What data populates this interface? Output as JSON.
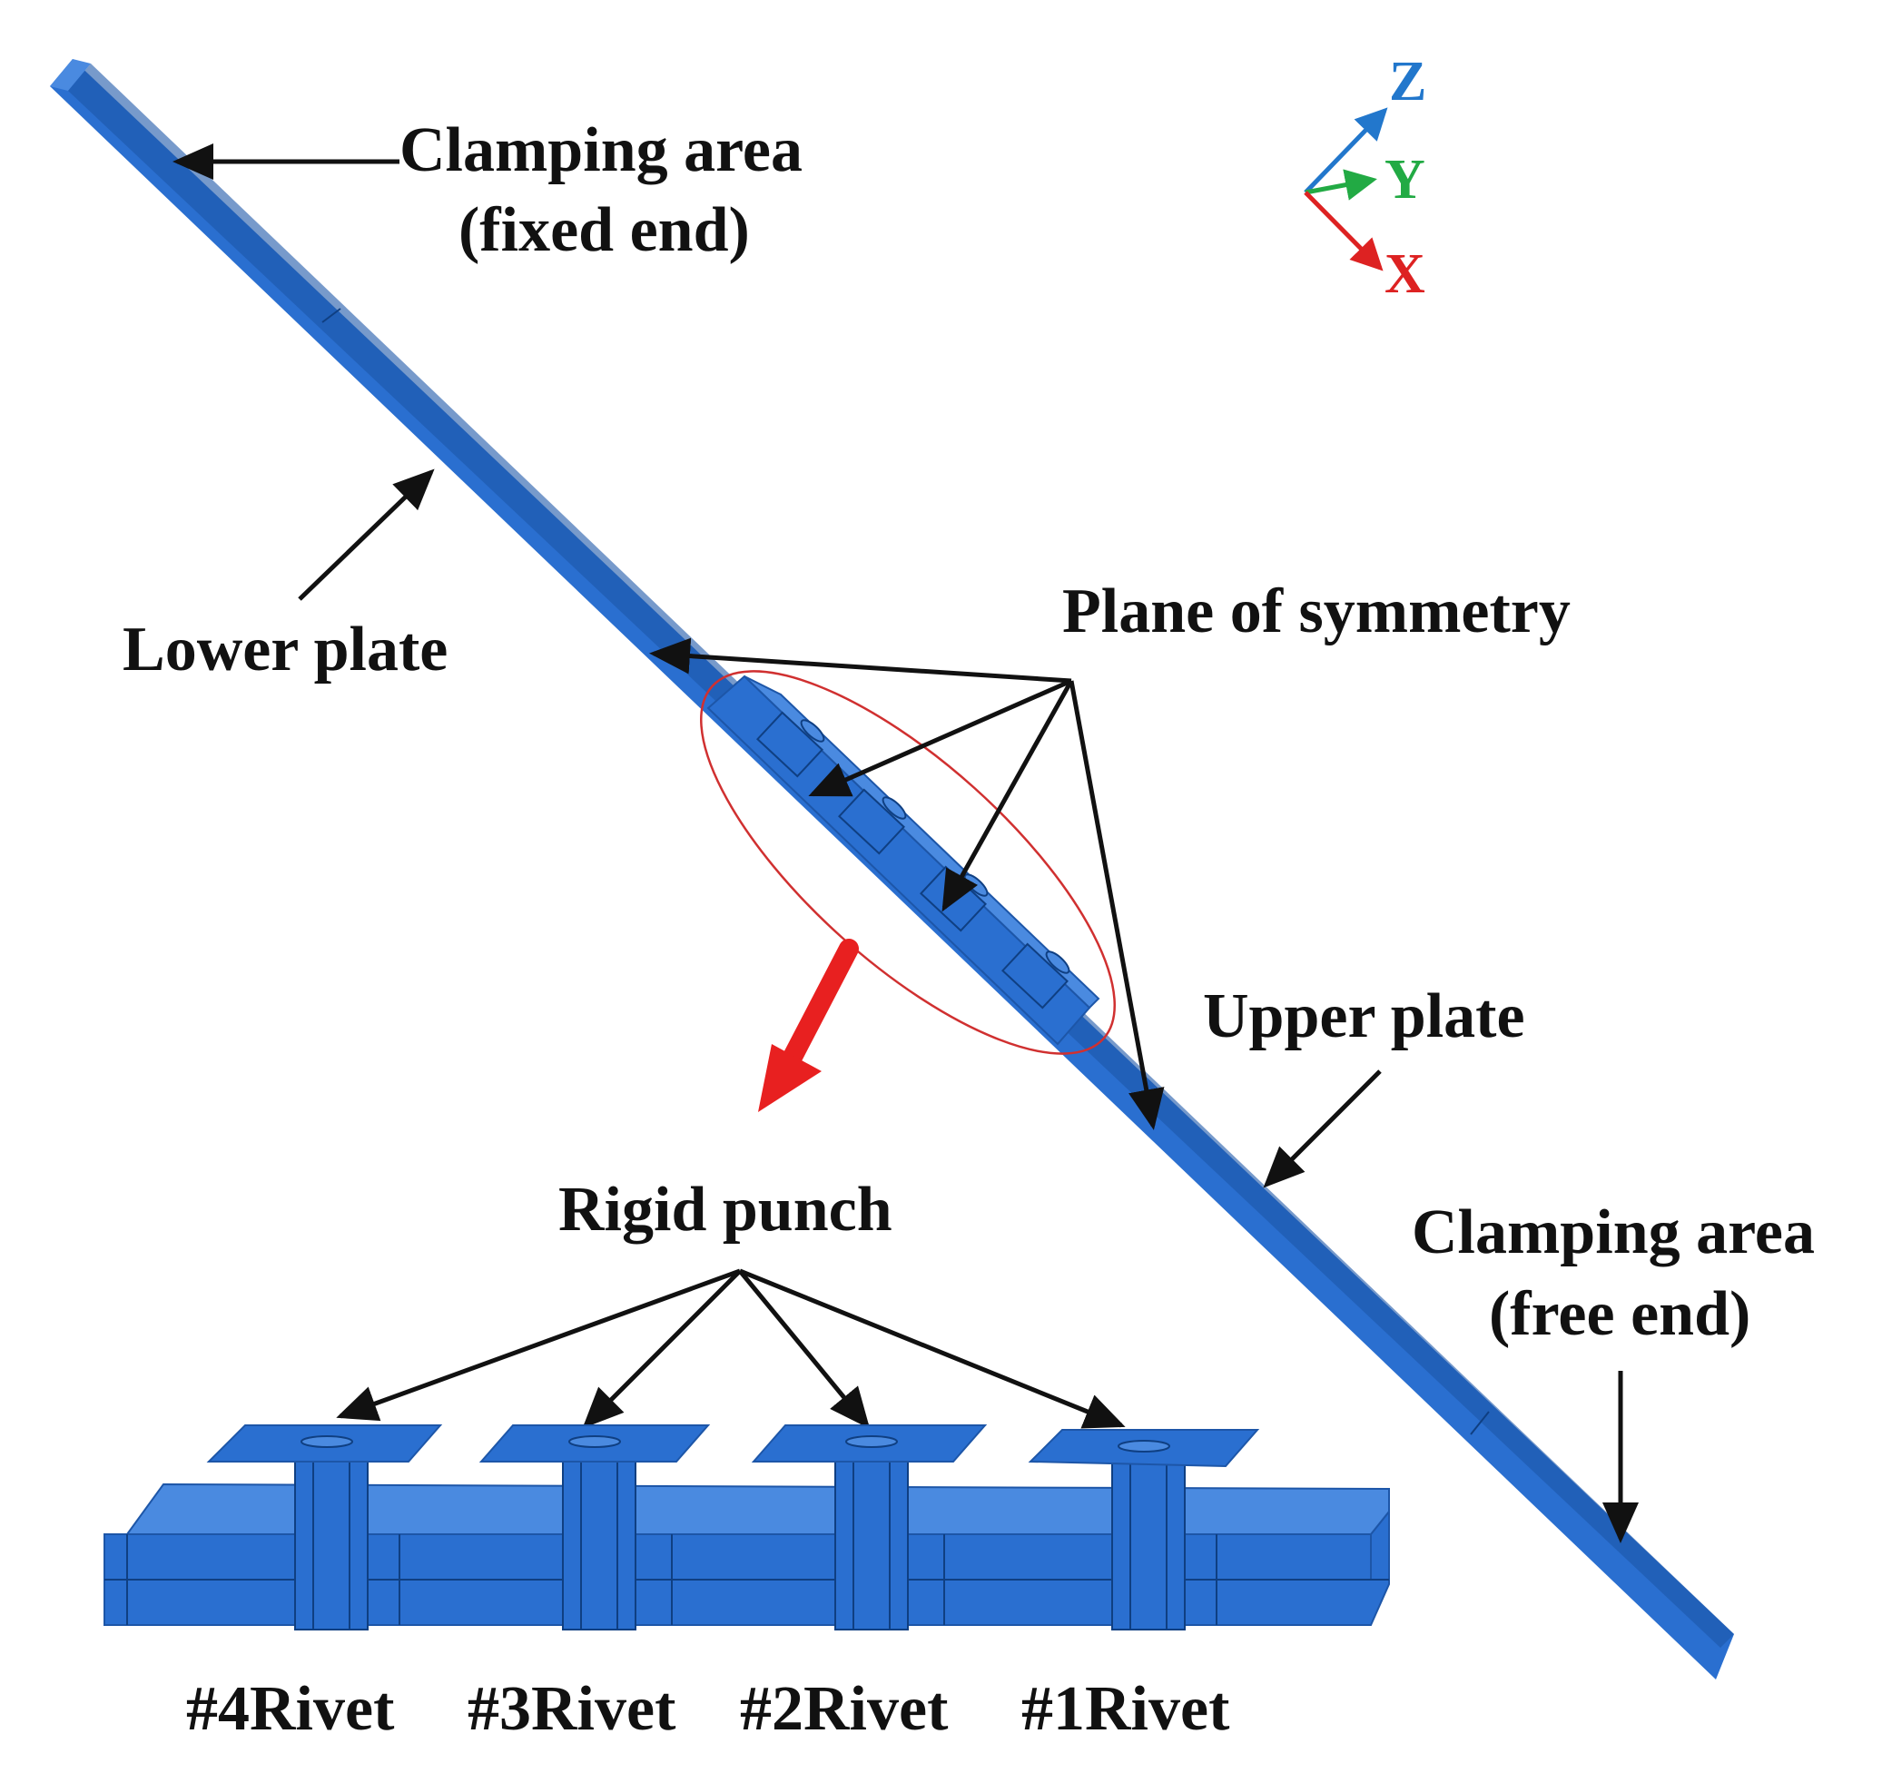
{
  "labels": {
    "clamping_fixed_line1": "Clamping area",
    "clamping_fixed_line2": "(fixed end)",
    "lower_plate": "Lower plate",
    "plane_of_symmetry": "Plane of symmetry",
    "upper_plate": "Upper plate",
    "clamping_free_line1": "Clamping area",
    "clamping_free_line2": "(free end)",
    "rigid_punch": "Rigid punch"
  },
  "axes": {
    "z": "Z",
    "y": "Y",
    "x": "X"
  },
  "rivets": [
    "#4Rivet",
    "#3Rivet",
    "#2Rivet",
    "#1Rivet"
  ],
  "colors": {
    "plate": "#2a6fd0",
    "plate_dark": "#1d56a8",
    "plate_light": "#4a8ae0",
    "ellipse": "#d03030",
    "pointer_arrow": "#e82020",
    "axis_z": "#2277cc",
    "axis_y": "#22aa44",
    "axis_x": "#dd2222",
    "leader": "#111111"
  }
}
